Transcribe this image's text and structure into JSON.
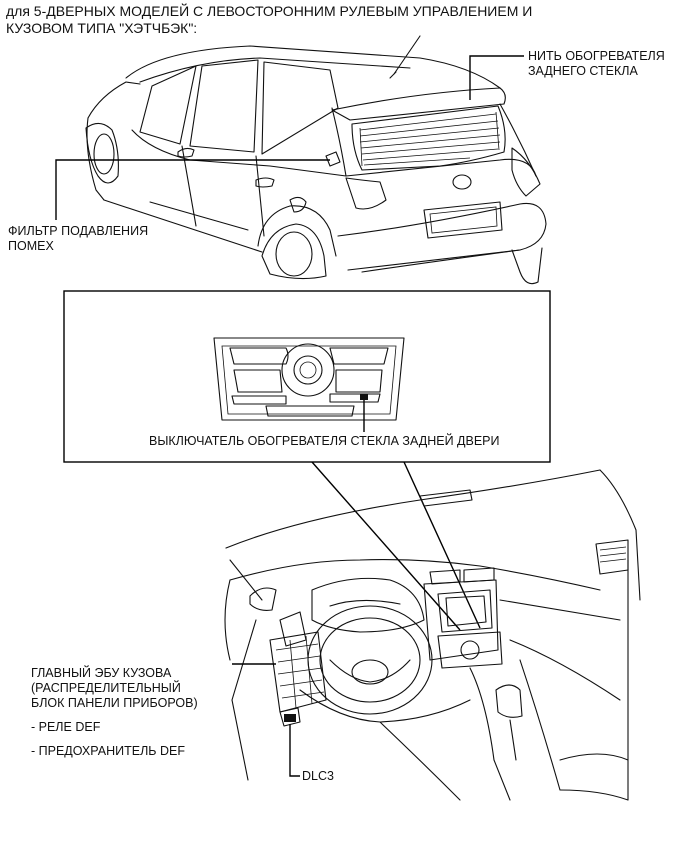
{
  "title": {
    "line1": "для 5-ДВЕРНЫХ МОДЕЛЕЙ С ЛЕВОСТОРОННИМ РУЛЕВЫМ УПРАВЛЕНИЕМ И",
    "line2": "КУЗОВОМ ТИПА \"ХЭТЧБЭК\":"
  },
  "callouts": {
    "rear_defogger_wire": {
      "line1": "НИТЬ ОБОГРЕВАТЕЛЯ",
      "line2": "ЗАДНЕГО СТЕКЛА"
    },
    "noise_filter": {
      "line1": "ФИЛЬТР ПОДАВЛЕНИЯ",
      "line2": "ПОМЕХ"
    },
    "defogger_switch": "ВЫКЛЮЧАТЕЛЬ ОБОГРЕВАТЕЛЯ СТЕКЛА ЗАДНЕЙ ДВЕРИ",
    "main_body_ecu": {
      "line1": "ГЛАВНЫЙ ЭБУ КУЗОВА",
      "line2": "(РАСПРЕДЕЛИТЕЛЬНЫЙ",
      "line3": "БЛОК ПАНЕЛИ ПРИБОРОВ)",
      "item1": "- РЕЛЕ DEF",
      "item2": "- ПРЕДОХРАНИТЕЛЬ DEF"
    },
    "dlc3": "DLC3"
  }
}
